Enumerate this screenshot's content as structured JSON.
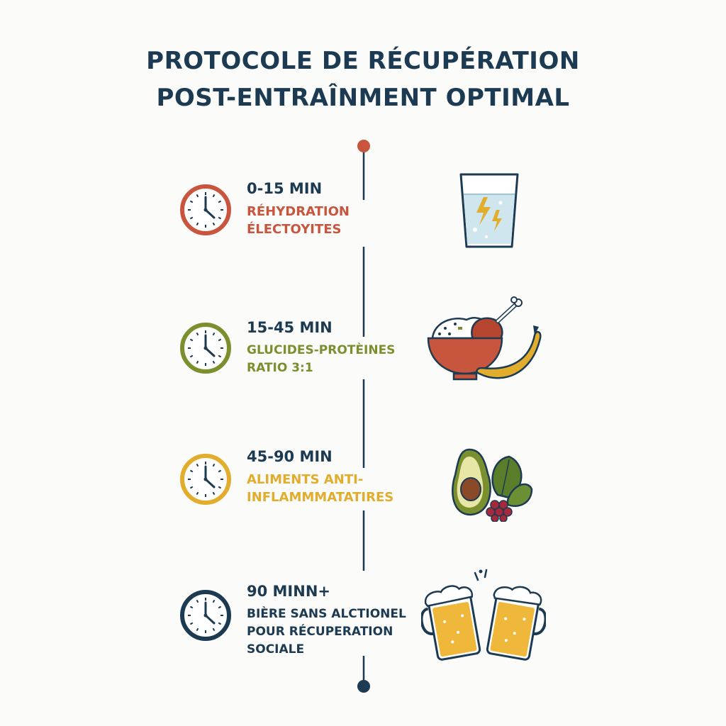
{
  "title_line1": "PROTOCOLE DE RÉCUPÉRATION",
  "title_line2": "POST-ENTRAÎNMENT OPTIMAL",
  "colors": {
    "navy": "#1c3a52",
    "terracotta": "#c8553d",
    "olive": "#7a8f2e",
    "mustard": "#e2ac2c",
    "dot_top": "#c8553d",
    "dot_bottom": "#1c3a52"
  },
  "steps": [
    {
      "time": "0-15 MIN",
      "desc": "RÉHYDRATION\nÉLECTOYITES",
      "color": "#c8553d",
      "icon": "water-glass-electrolyte-icon"
    },
    {
      "time": "15-45 MIN",
      "desc": "GLUCIDES-PROTÈINES\nRATIO 3:1",
      "color": "#7a8f2e",
      "icon": "chicken-rice-bowl-banana-icon"
    },
    {
      "time": "45-90 MIN",
      "desc": "ALIMENTS ANTI-\nINFLAMMMATATIRES",
      "color": "#e2ac2c",
      "icon": "avocado-spinach-berries-icon"
    },
    {
      "time": "90 MINN+",
      "desc": "BIÈRE SANS ALCTIONEL\nPOUR RÉCUPERATION\nSOCIALE",
      "color": "#1c3a52",
      "icon": "beer-mugs-cheers-icon"
    }
  ]
}
